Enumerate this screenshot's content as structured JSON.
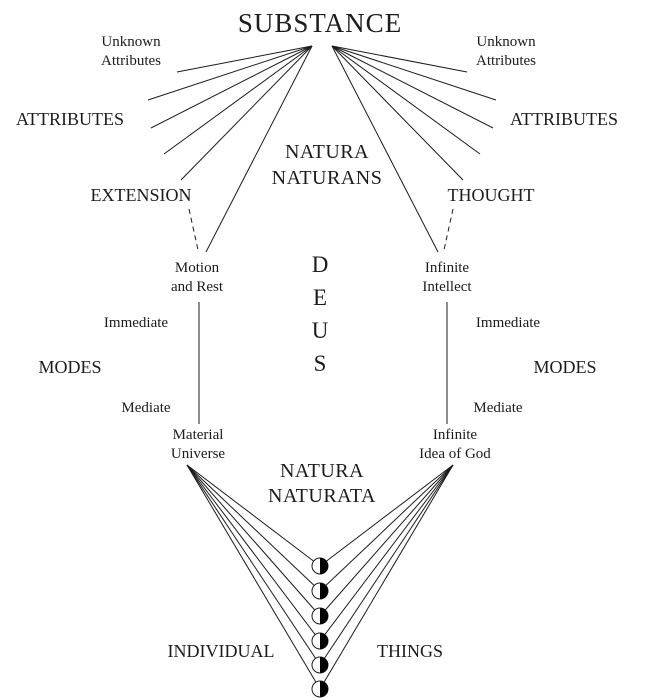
{
  "colors": {
    "ink": "#1c1c1c",
    "background": "#ffffff"
  },
  "labels": {
    "substance": "SUBSTANCE",
    "unknown_attributes_left": {
      "line1": "Unknown",
      "line2": "Attributes"
    },
    "unknown_attributes_right": {
      "line1": "Unknown",
      "line2": "Attributes"
    },
    "attributes_left": "ATTRIBUTES",
    "attributes_right": "ATTRIBUTES",
    "natura_naturans": {
      "line1": "NATURA",
      "line2": "NATURANS"
    },
    "extension": "EXTENSION",
    "thought": "THOUGHT",
    "motion_and_rest": {
      "line1": "Motion",
      "line2": "and Rest"
    },
    "infinite_intellect": {
      "line1": "Infinite",
      "line2": "Intellect"
    },
    "deus": [
      "D",
      "E",
      "U",
      "S"
    ],
    "immediate_left": "Immediate",
    "immediate_right": "Immediate",
    "modes_left": "MODES",
    "modes_right": "MODES",
    "mediate_left": "Mediate",
    "mediate_right": "Mediate",
    "material_universe": {
      "line1": "Material",
      "line2": "Universe"
    },
    "infinite_idea_of_god": {
      "line1": "Infinite",
      "line2": "Idea of God"
    },
    "natura_naturata": {
      "line1": "NATURA",
      "line2": "NATURATA"
    },
    "individual": "INDIVIDUAL",
    "things": "THINGS"
  },
  "individual_things": {
    "count": 6
  }
}
